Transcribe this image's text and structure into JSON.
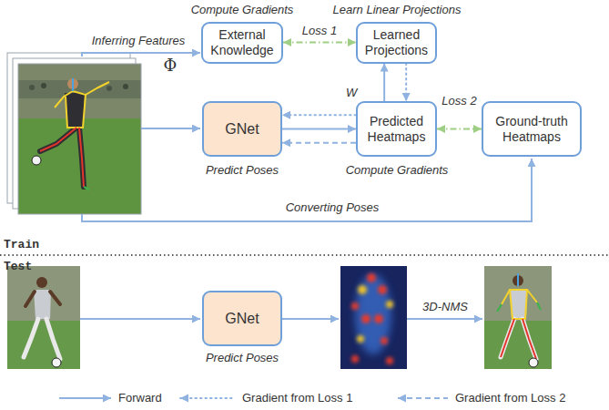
{
  "diagram": {
    "nodes": [
      {
        "text": [
          "External Knowledge"
        ]
      },
      {
        "text": [
          "Learned Projections"
        ]
      },
      {
        "text": [
          "GNet"
        ]
      },
      {
        "text": [
          "Predicted Heatmaps"
        ]
      },
      {
        "text": [
          "Ground-truth Heatmaps"
        ]
      },
      {
        "text": [
          "GNet"
        ]
      }
    ],
    "edges": [
      {
        "from": 0,
        "to": 1,
        "label": "Loss 1",
        "arrow": "both"
      },
      {
        "from": 3,
        "to": 1,
        "label": "W",
        "arrow": "to"
      },
      {
        "from": 1,
        "to": 3,
        "arrow": "to"
      },
      {
        "from": 2,
        "to": 3,
        "arrow": "to"
      },
      {
        "from": 3,
        "to": 2,
        "arrow": "to"
      },
      {
        "from": 3,
        "to": 2,
        "arrow": "to"
      },
      {
        "from": 3,
        "to": 4,
        "label": "Loss 2",
        "arrow": "both"
      }
    ],
    "labels": [
      "Compute Gradients",
      "Learn Linear Projections",
      "Inferring Features",
      "Φ",
      "Predict Poses",
      "Compute Gradients",
      "Converting Poses",
      "Train",
      "Test",
      "Predict Poses",
      "3D-NMS"
    ],
    "legend": [
      {
        "text": "Forward"
      },
      {
        "text": "Gradient from Loss 1"
      },
      {
        "text": "Gradient from Loss 2"
      }
    ]
  }
}
